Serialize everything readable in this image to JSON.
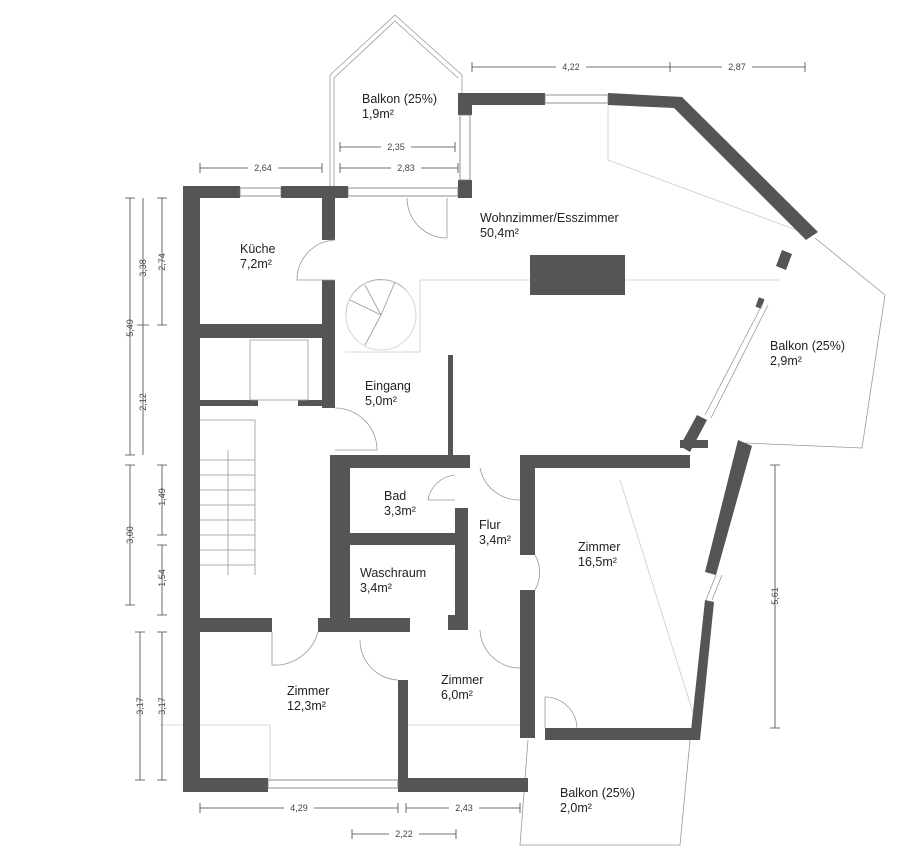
{
  "rooms": {
    "balkon_top": {
      "name": "Balkon (25%)",
      "area": "1,9m²"
    },
    "wohnzimmer": {
      "name": "Wohnzimmer/Esszimmer",
      "area": "50,4m²"
    },
    "kueche": {
      "name": "Küche",
      "area": "7,2m²"
    },
    "balkon_right": {
      "name": "Balkon (25%)",
      "area": "2,9m²"
    },
    "eingang": {
      "name": "Eingang",
      "area": "5,0m²"
    },
    "bad": {
      "name": "Bad",
      "area": "3,3m²"
    },
    "flur": {
      "name": "Flur",
      "area": "3,4m²"
    },
    "zimmer_large": {
      "name": "Zimmer",
      "area": "16,5m²"
    },
    "waschraum": {
      "name": "Waschraum",
      "area": "3,4m²"
    },
    "zimmer_left": {
      "name": "Zimmer",
      "area": "12,3m²"
    },
    "zimmer_small": {
      "name": "Zimmer",
      "area": "6,0m²"
    },
    "balkon_bottom": {
      "name": "Balkon (25%)",
      "area": "2,0m²"
    }
  },
  "dimensions": {
    "top_422": "4,22",
    "top_287": "2,87",
    "top_264": "2,64",
    "top_235": "2,35",
    "top_283": "2,83",
    "left_549": "5,49",
    "left_338": "3,38",
    "left_274": "2,74",
    "left_212": "2,12",
    "left_300": "3,00",
    "left_149": "1,49",
    "left_154": "1,54",
    "left_317a": "3,17",
    "left_317b": "3,17",
    "right_561": "5,61",
    "bottom_429": "4,29",
    "bottom_243": "2,43",
    "bottom_222": "2,22"
  }
}
